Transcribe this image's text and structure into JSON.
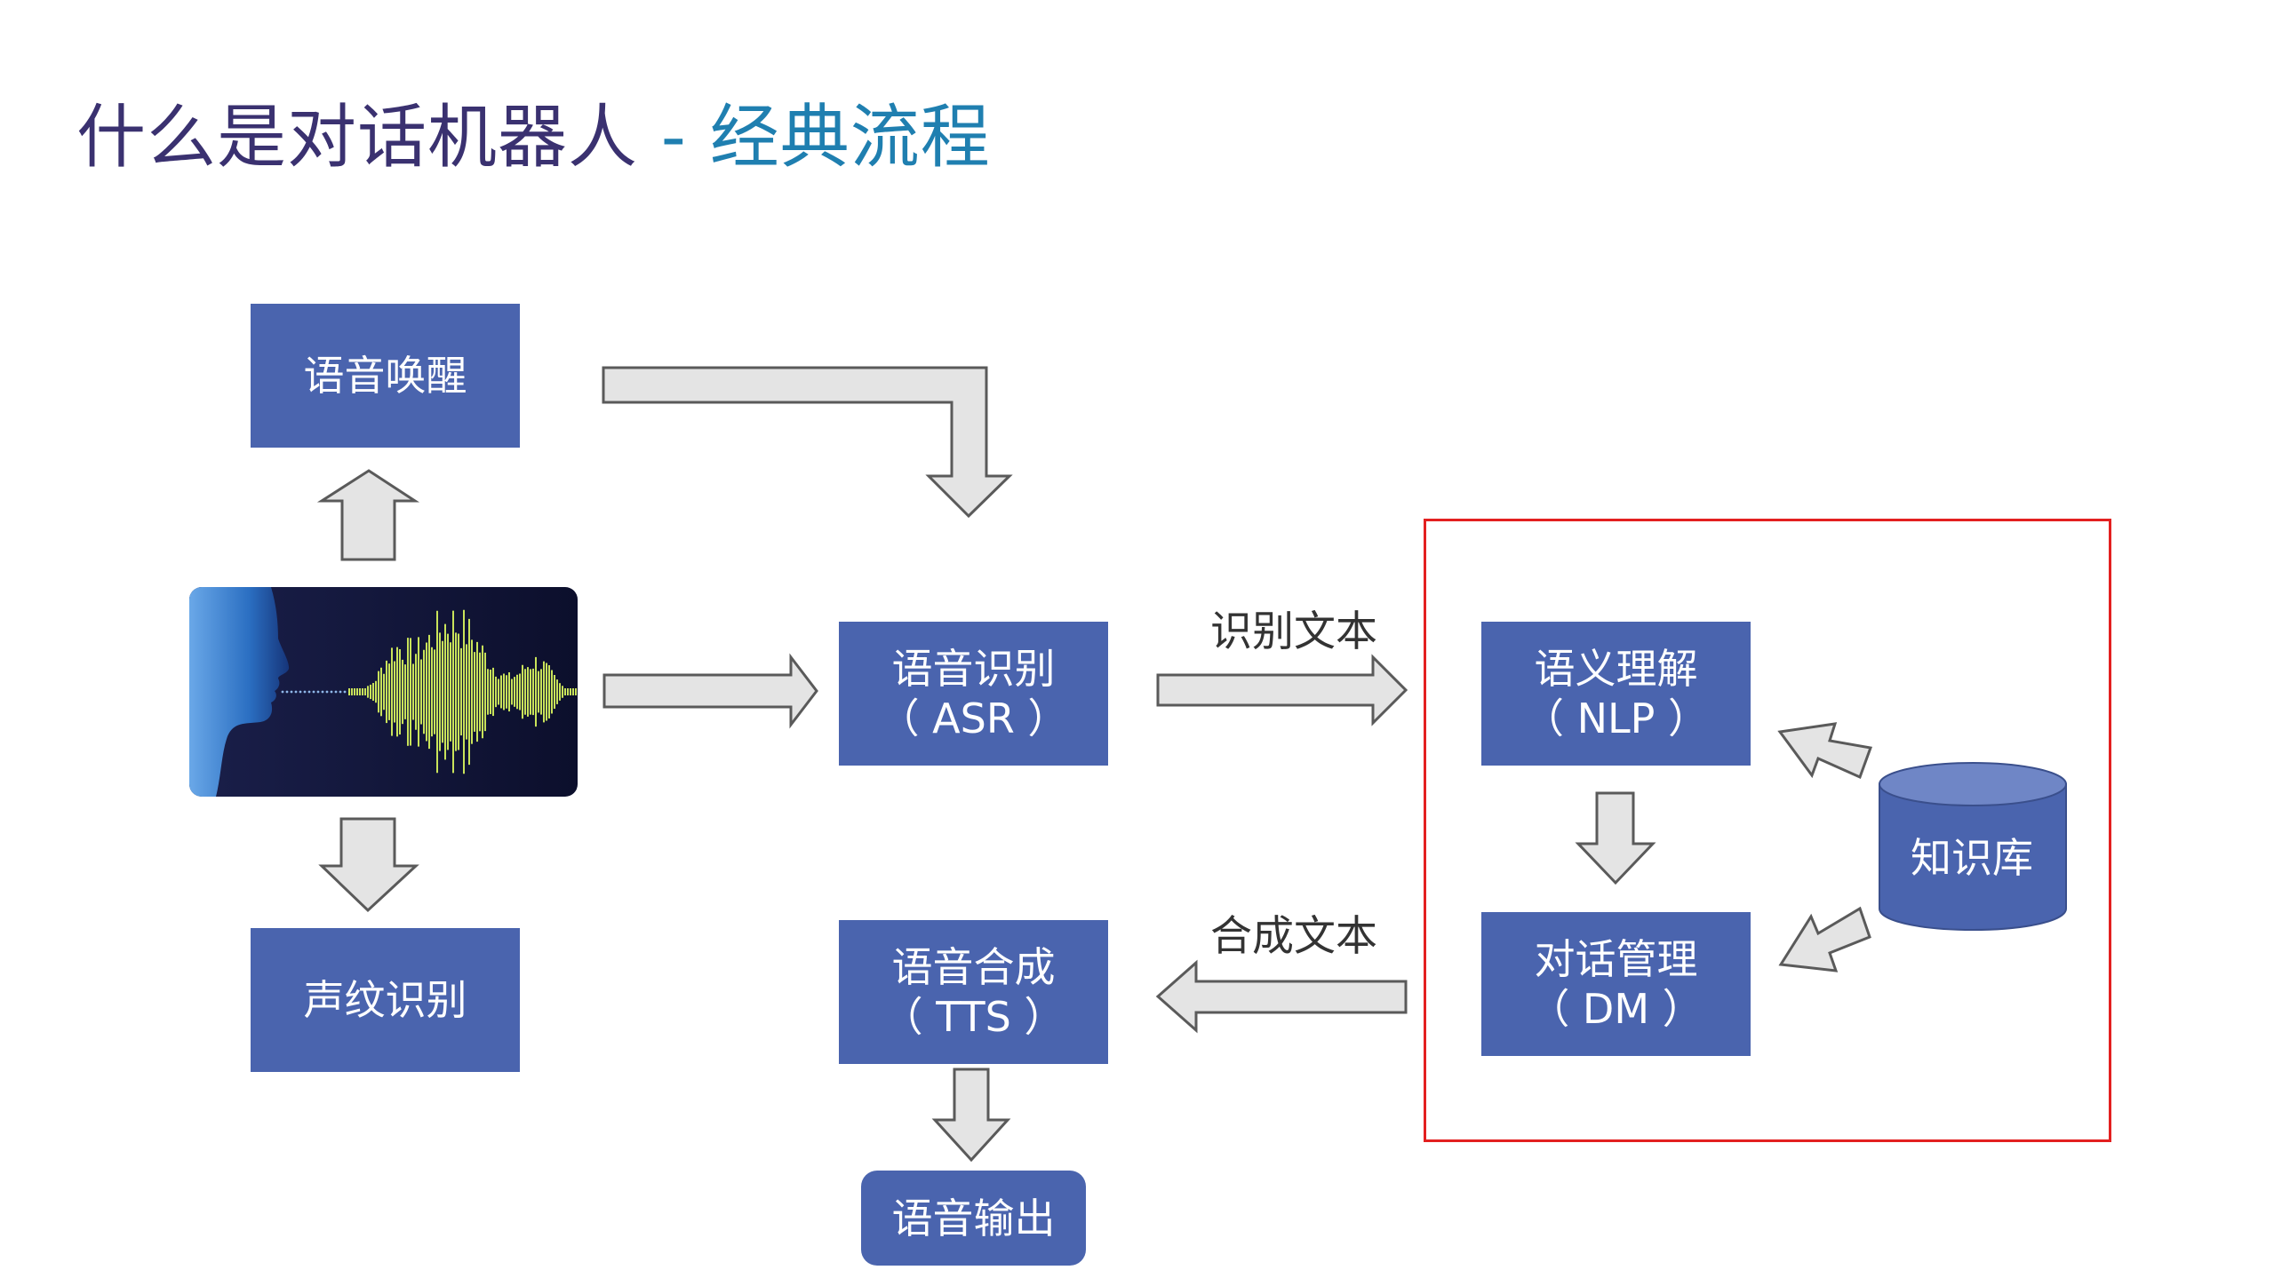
{
  "title": {
    "main": "什么是对话机器人",
    "separator": " - ",
    "sub": "经典流程"
  },
  "nodes": {
    "wake": {
      "label": "语音唤醒"
    },
    "voiceprint": {
      "label": "声纹识别"
    },
    "asr": {
      "label": "语音识别",
      "abbr": "（ ASR ）"
    },
    "nlp": {
      "label": "语义理解",
      "abbr": "（ NLP ）"
    },
    "dm": {
      "label": "对话管理",
      "abbr": "（ DM ）"
    },
    "tts": {
      "label": "语音合成",
      "abbr": "（ TTS ）"
    },
    "output": {
      "label": "语音输出"
    },
    "knowledge_base": {
      "label": "知识库"
    }
  },
  "edges": {
    "asr_to_nlp": "识别文本",
    "dm_to_tts": "合成文本"
  },
  "colors": {
    "box_fill": "#4a64ae",
    "arrow_fill": "#e4e4e4",
    "arrow_stroke": "#5a5a5a",
    "highlight_border": "#e32020",
    "title_main": "#3a3170",
    "title_sub": "#1f7fb0"
  }
}
